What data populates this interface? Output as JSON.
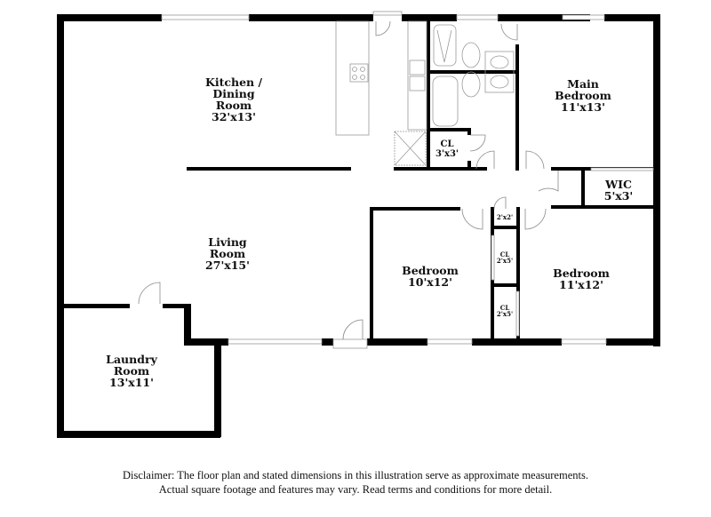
{
  "floorplan": {
    "rooms": [
      {
        "id": "kitchen-dining",
        "name": "Kitchen /\nDining\nRoom",
        "lines": [
          "Kitchen /",
          "Dining",
          "Room"
        ],
        "dimensions": "32'x13'"
      },
      {
        "id": "living",
        "lines": [
          "Living",
          "Room"
        ],
        "dimensions": "27'x15'"
      },
      {
        "id": "laundry",
        "lines": [
          "Laundry",
          "Room"
        ],
        "dimensions": "13'x11'"
      },
      {
        "id": "main-bedroom",
        "lines": [
          "Main",
          "Bedroom"
        ],
        "dimensions": "11'x13'"
      },
      {
        "id": "wic",
        "lines": [
          "WIC"
        ],
        "dimensions": "5'x3'"
      },
      {
        "id": "bedroom-2",
        "lines": [
          "Bedroom"
        ],
        "dimensions": "10'x12'"
      },
      {
        "id": "bedroom-3",
        "lines": [
          "Bedroom"
        ],
        "dimensions": "11'x12'"
      },
      {
        "id": "hall-closet",
        "lines": [
          "CL"
        ],
        "dimensions": "3'x3'"
      },
      {
        "id": "linen-closet",
        "lines": [],
        "dimensions": "2'x2'"
      },
      {
        "id": "closet-a",
        "lines": [
          "CL"
        ],
        "dimensions": "2'x5'"
      },
      {
        "id": "closet-b",
        "lines": [
          "CL"
        ],
        "dimensions": "2'x5'"
      }
    ],
    "wall_color": "#000000",
    "fixture_color": "#9a9a9a"
  },
  "disclaimer": {
    "line1": "Disclaimer: The floor plan and stated dimensions in this illustration serve as approximate measurements.",
    "line2": "Actual square footage and features may vary. Read terms and conditions for more detail."
  }
}
